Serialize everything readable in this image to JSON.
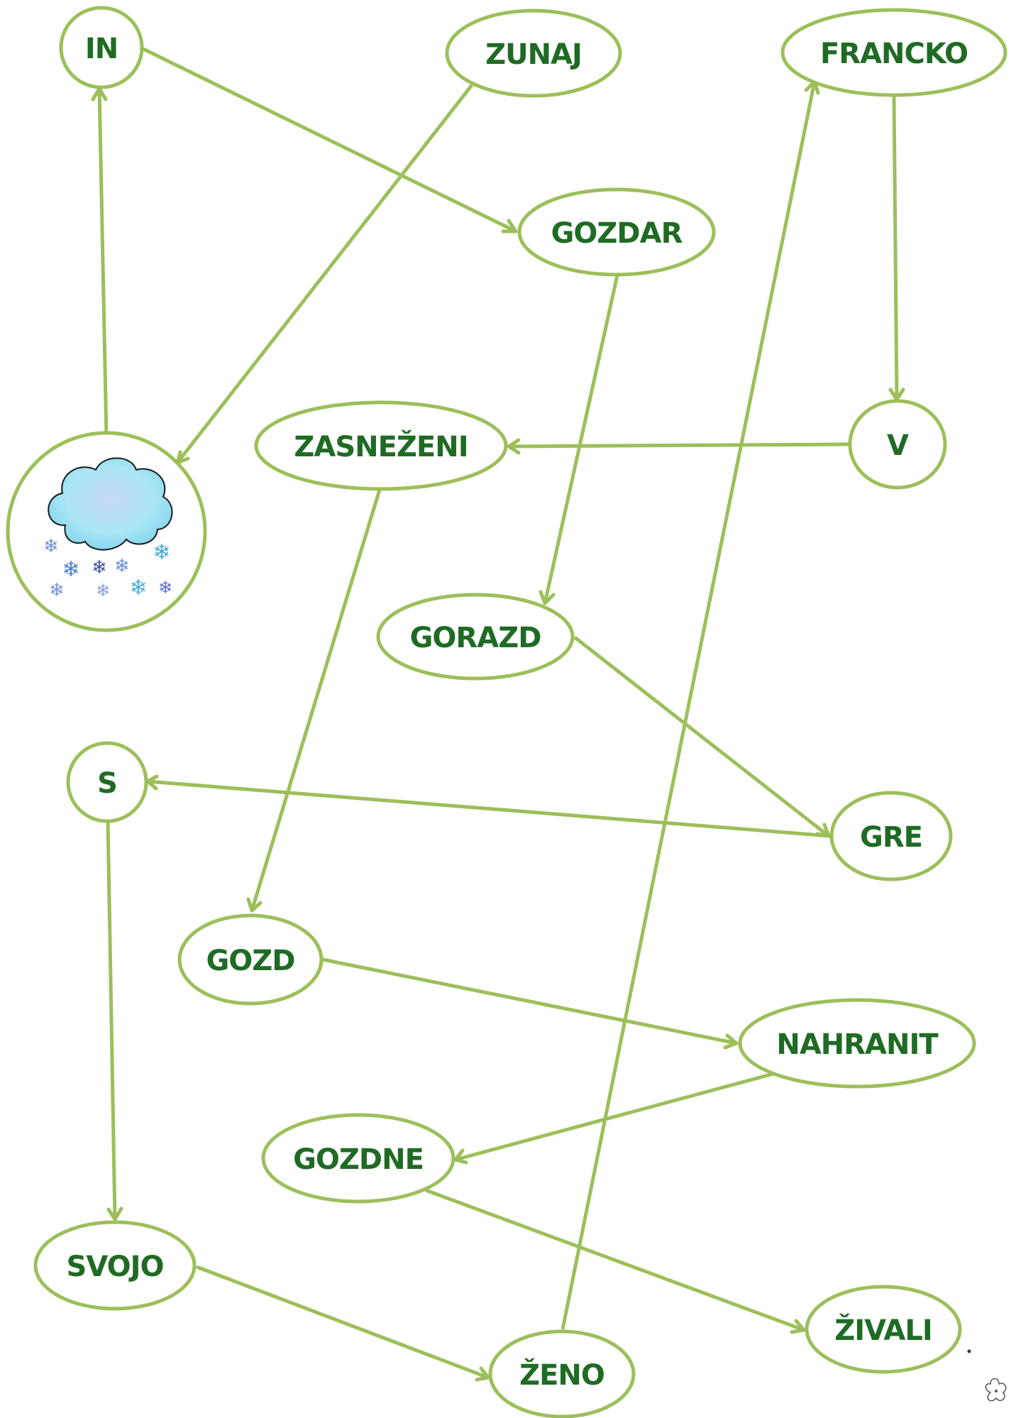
{
  "diagram": {
    "colors": {
      "line": "#9cbf5a",
      "text": "#1f6b24",
      "cloud_fill": "#a9e6f5",
      "snowflake": "#6a8fd8"
    },
    "nodes": {
      "in": "IN",
      "zunaj": "ZUNAJ",
      "francko": "FRANCKO",
      "gozdar": "GOZDAR",
      "zasnezeni": "ZASNEŽENI",
      "v": "V",
      "gorazd": "GORAZD",
      "s": "S",
      "gre": "GRE",
      "gozd": "GOZD",
      "nahranit": "NAHRANIT",
      "gozdne": "GOZDNE",
      "svojo": "SVOJO",
      "zivali": "ŽIVALI",
      "zeno": "ŽENO"
    },
    "picture": {
      "icon": "snow-cloud-icon"
    },
    "edges": [
      [
        "snow-cloud",
        "in"
      ],
      [
        "in",
        "gozdar"
      ],
      [
        "gozdar",
        "gorazd"
      ],
      [
        "gorazd",
        "gre"
      ],
      [
        "gre",
        "s"
      ],
      [
        "s",
        "svojo"
      ],
      [
        "svojo",
        "zeno"
      ],
      [
        "zeno",
        "francko"
      ],
      [
        "francko",
        "v"
      ],
      [
        "v",
        "zasnezeni"
      ],
      [
        "zasnezeni",
        "gozd"
      ],
      [
        "gozd",
        "nahranit"
      ],
      [
        "nahranit",
        "gozdne"
      ],
      [
        "gozdne",
        "zivali"
      ],
      [
        "zunaj",
        "snow-cloud"
      ]
    ]
  }
}
